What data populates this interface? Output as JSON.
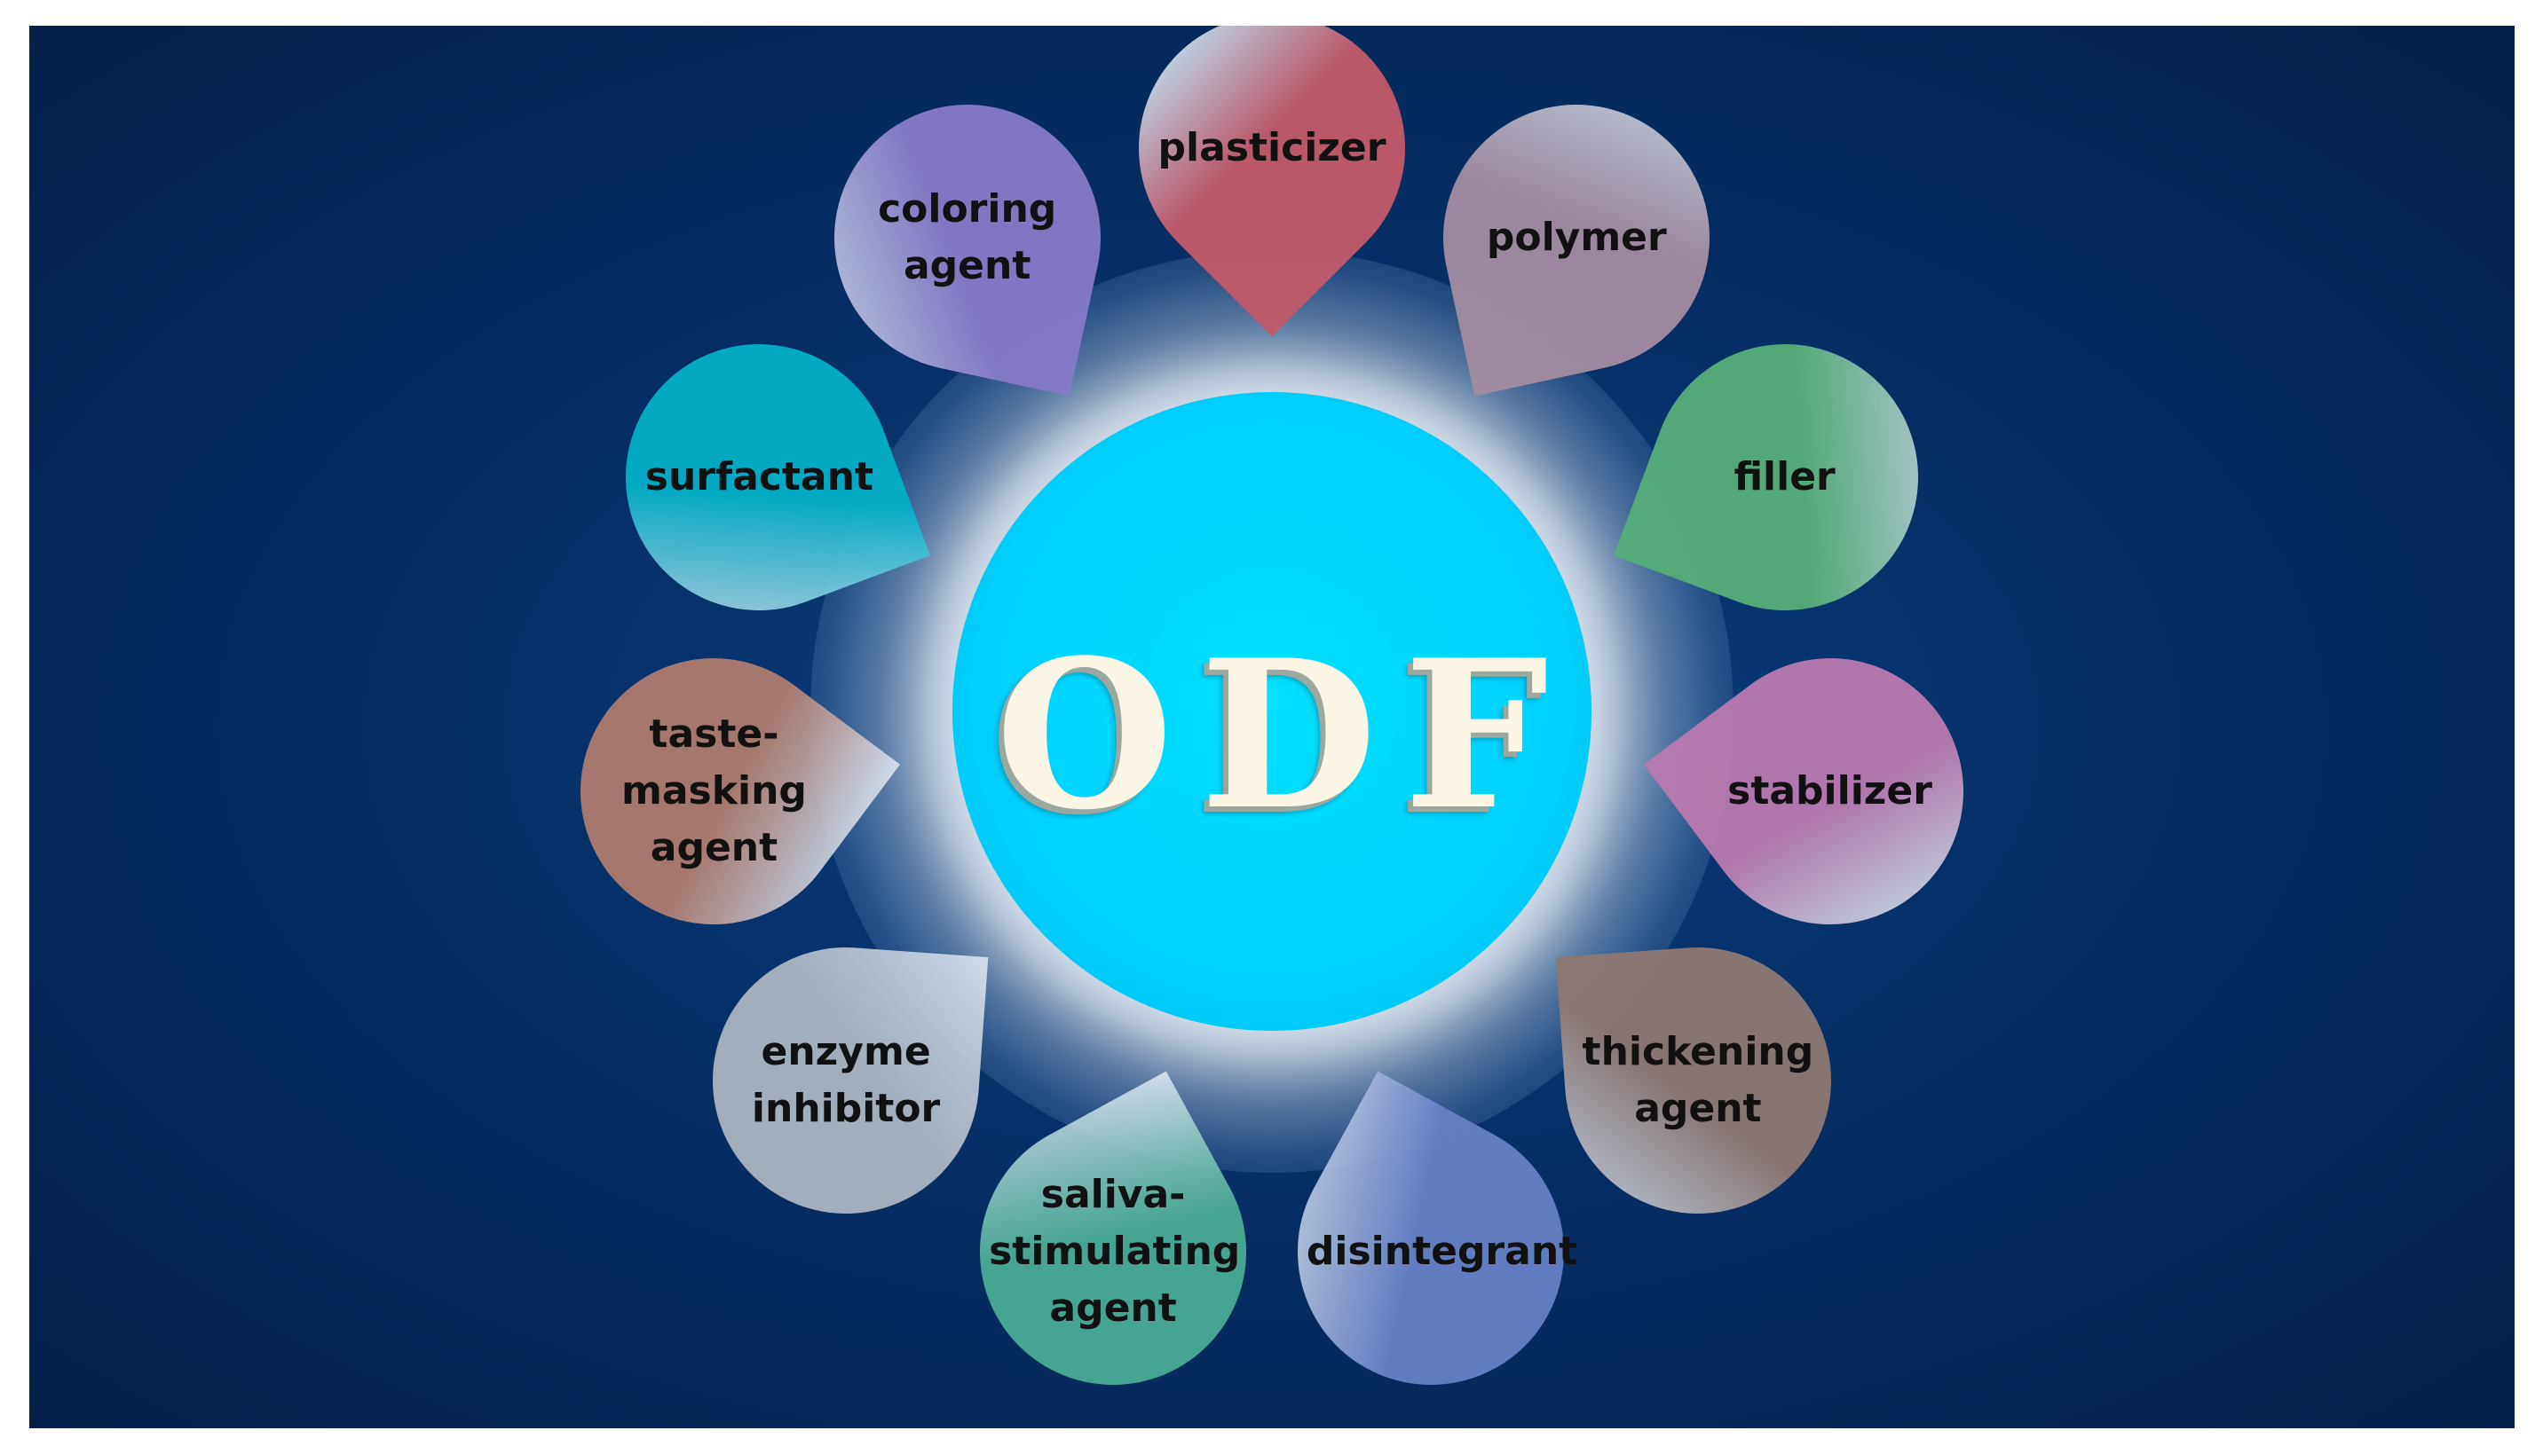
{
  "center": {
    "label": "ODF"
  },
  "petals": [
    {
      "label": "plasticizer",
      "color": "#c15a6b"
    },
    {
      "label": "polymer",
      "color": "#a28ca0"
    },
    {
      "label": "filler",
      "color": "#55ad78"
    },
    {
      "label": "stabilizer",
      "color": "#b879b0"
    },
    {
      "label": "thickening\nagent",
      "color": "#8c7873"
    },
    {
      "label": "disintegrant",
      "color": "#6480c4"
    },
    {
      "label": "saliva-\nstimulating\nagent",
      "color": "#49aa94"
    },
    {
      "label": "enzyme\ninhibitor",
      "color": "#a9b3bf"
    },
    {
      "label": "taste-\nmasking\nagent",
      "color": "#ad7a6e"
    },
    {
      "label": "surfactant",
      "color": "#03aec6"
    },
    {
      "label": "coloring\nagent",
      "color": "#8579c6"
    }
  ]
}
